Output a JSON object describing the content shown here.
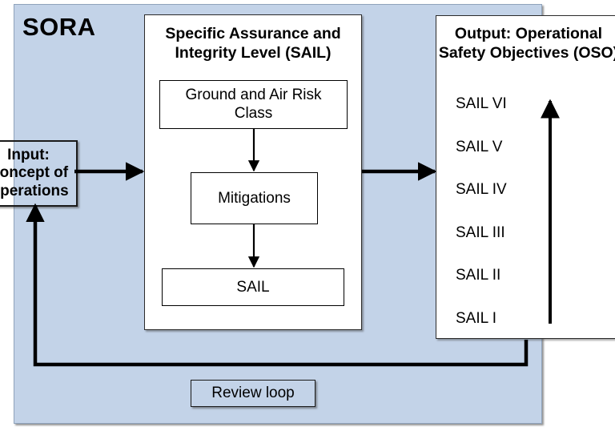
{
  "diagram": {
    "title": "SORA",
    "container_color": "#c3d3e8",
    "line_color": "#000000"
  },
  "input_box": {
    "line1": "Input:",
    "line2": "Concept of",
    "line3": "Operations"
  },
  "sail_panel": {
    "title_line1": "Specific Assurance and",
    "title_line2": "Integrity Level (SAIL)",
    "steps": [
      {
        "label_line1": "Ground and Air Risk",
        "label_line2": "Class"
      },
      {
        "label_line1": "Mitigations",
        "label_line2": ""
      },
      {
        "label_line1": "SAIL",
        "label_line2": ""
      }
    ]
  },
  "output_panel": {
    "title_line1": "Output: Operational",
    "title_line2": "Safety Objectives (OSO)",
    "levels": [
      "SAIL VI",
      "SAIL V",
      "SAIL IV",
      "SAIL III",
      "SAIL II",
      "SAIL I"
    ]
  },
  "review_loop": {
    "label": "Review loop"
  }
}
